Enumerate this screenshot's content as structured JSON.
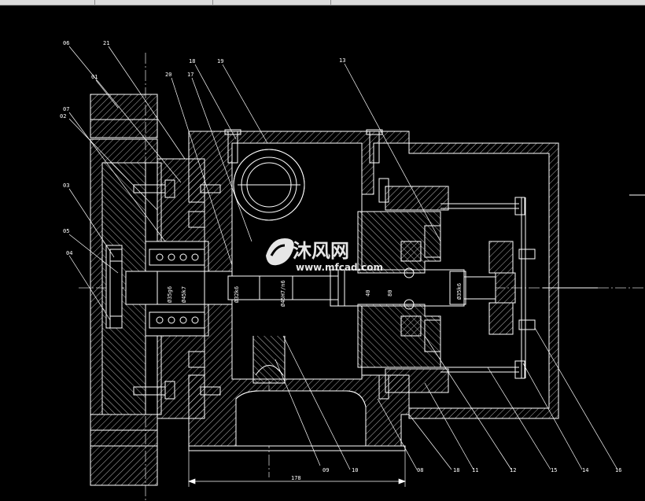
{
  "colors": {
    "background": "#000000",
    "lines": "#ffffff",
    "centerline": "#cfcfcf",
    "watermark": "#ffffff"
  },
  "callouts": {
    "c06": "06",
    "c21": "21",
    "c01": "01",
    "c07": "07",
    "c02": "02",
    "c03": "03",
    "c05": "05",
    "c04": "04",
    "c18": "18",
    "c19": "19",
    "c20": "20",
    "c17": "17",
    "c13": "13",
    "c09": "09",
    "c10": "10",
    "c08": "08",
    "c18b": "18",
    "c11": "11",
    "c12": "12",
    "c15": "15",
    "c14": "14",
    "c16": "16"
  },
  "dimensions": {
    "overall_width": "178",
    "d1": "Ø35g6",
    "d2": "Ø45k7",
    "d3": "Ø32k6",
    "d4": "Ø45H7/n6",
    "d5": "40",
    "d6": "80",
    "d7": "Ø35k6"
  },
  "watermark": {
    "brand": "沐风网",
    "url": "www.mfcad.com",
    "logo_icon": "mf-logo-icon"
  }
}
